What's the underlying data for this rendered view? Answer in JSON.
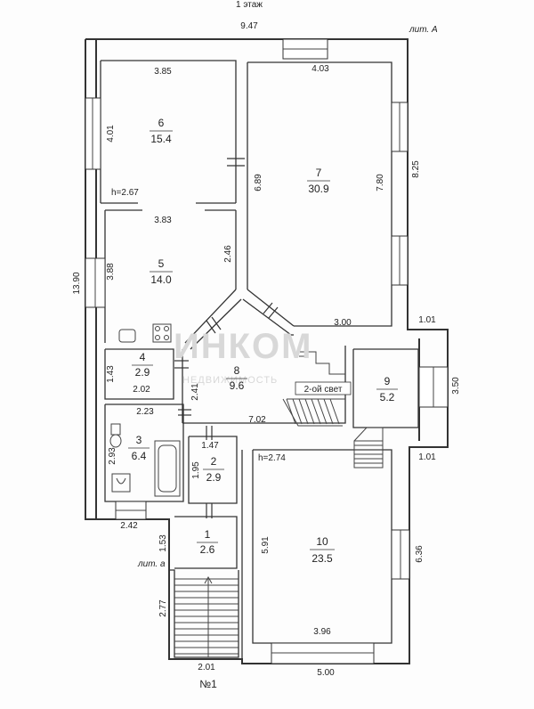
{
  "header": {
    "floor": "1 этаж",
    "overall_width": "9.47",
    "litera": "лит. А",
    "entrance_litera": "лит. а",
    "entrance_number": "№1"
  },
  "rooms": [
    {
      "number": "1",
      "area": "2.6"
    },
    {
      "number": "2",
      "area": "2.9"
    },
    {
      "number": "3",
      "area": "6.4"
    },
    {
      "number": "4",
      "area": "2.9"
    },
    {
      "number": "5",
      "area": "14.0"
    },
    {
      "number": "6",
      "area": "15.4"
    },
    {
      "number": "7",
      "area": "30.9"
    },
    {
      "number": "8",
      "area": "9.6"
    },
    {
      "number": "9",
      "area": "5.2"
    },
    {
      "number": "10",
      "area": "23.5"
    }
  ],
  "notes": {
    "second_light": "2-ой свет",
    "height_a": "h=2.67",
    "height_b": "h=2.74"
  },
  "dimensions": {
    "d_385": "3.85",
    "d_401": "4.01",
    "d_403": "4.03",
    "d_825": "8.25",
    "d_689": "6.89",
    "d_780": "7.80",
    "d_383": "3.83",
    "d_388": "3.88",
    "d_246": "2.46",
    "d_1390": "13.90",
    "d_300": "3.00",
    "d_101a": "1.01",
    "d_350": "3.50",
    "d_143": "1.43",
    "d_202": "2.02",
    "d_241": "2.41",
    "d_702": "7.02",
    "d_223": "2.23",
    "d_147": "1.47",
    "d_293": "2.93",
    "d_195": "1.95",
    "d_101b": "1.01",
    "d_242": "2.42",
    "d_153": "1.53",
    "d_591": "5.91",
    "d_636": "6.36",
    "d_277": "2.77",
    "d_396": "3.96",
    "d_201": "2.01",
    "d_500": "5.00"
  },
  "watermark": {
    "main": "ИНКОМ",
    "sub": "НЕДВИЖИМОСТЬ"
  }
}
